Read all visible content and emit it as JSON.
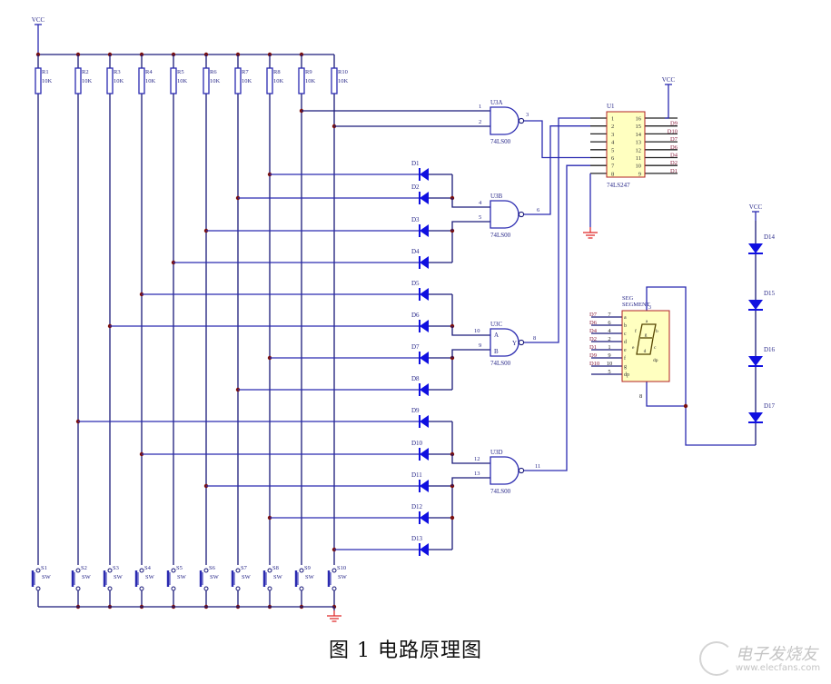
{
  "caption": "图 1  电路原理图",
  "watermark": {
    "name": "电子发烧友",
    "url": "www.elecfans.com"
  },
  "colors": {
    "wire": "#1a1a7a",
    "wire_blue": "#2a2ab0",
    "diode": "#1010e0",
    "junction": "#7a1010",
    "label": "#2a2a8a",
    "ic_fill": "#ffffc0",
    "ic_border": "#b02020",
    "ground": "#e03030",
    "net_label": "#8a1a3a"
  },
  "power": {
    "vcc_label": "VCC"
  },
  "resistors": [
    {
      "ref": "R1",
      "value": "10K"
    },
    {
      "ref": "R2",
      "value": "10K"
    },
    {
      "ref": "R3",
      "value": "10K"
    },
    {
      "ref": "R4",
      "value": "10K"
    },
    {
      "ref": "R5",
      "value": "10K"
    },
    {
      "ref": "R6",
      "value": "10K"
    },
    {
      "ref": "R7",
      "value": "10K"
    },
    {
      "ref": "R8",
      "value": "10K"
    },
    {
      "ref": "R9",
      "value": "10K"
    },
    {
      "ref": "R10",
      "value": "10K"
    }
  ],
  "switches": [
    {
      "ref": "S1",
      "type": "SW"
    },
    {
      "ref": "S2",
      "type": "SW"
    },
    {
      "ref": "S3",
      "type": "SW"
    },
    {
      "ref": "S4",
      "type": "SW"
    },
    {
      "ref": "S5",
      "type": "SW"
    },
    {
      "ref": "S6",
      "type": "SW"
    },
    {
      "ref": "S7",
      "type": "SW"
    },
    {
      "ref": "S8",
      "type": "SW"
    },
    {
      "ref": "S9",
      "type": "SW"
    },
    {
      "ref": "S10",
      "type": "SW"
    }
  ],
  "diodes_left": [
    "D1",
    "D2",
    "D3",
    "D4",
    "D5",
    "D6",
    "D7",
    "D8",
    "D9",
    "D10",
    "D11",
    "D12",
    "D13"
  ],
  "diodes_right": [
    "D14",
    "D15",
    "D16",
    "D17"
  ],
  "gates": [
    {
      "ref": "U3A",
      "part": "74LS00",
      "in1": "1",
      "in2": "2",
      "out": "3",
      "a": "",
      "b": "",
      "y": ""
    },
    {
      "ref": "U3B",
      "part": "74LS00",
      "in1": "4",
      "in2": "5",
      "out": "6",
      "a": "",
      "b": "",
      "y": ""
    },
    {
      "ref": "U3C",
      "part": "74LS00",
      "in1": "10",
      "in2": "9",
      "out": "8",
      "a": "A",
      "b": "B",
      "y": "Y"
    },
    {
      "ref": "U3D",
      "part": "74LS00",
      "in1": "12",
      "in2": "13",
      "out": "11",
      "a": "",
      "b": "",
      "y": ""
    }
  ],
  "encoder": {
    "ref": "U1",
    "part": "74LS247",
    "left_pins": [
      "1",
      "2",
      "3",
      "4",
      "5",
      "6",
      "7",
      "8"
    ],
    "right_pins": [
      "16",
      "15",
      "14",
      "13",
      "12",
      "11",
      "10",
      "9"
    ],
    "right_nets": [
      "",
      "D9",
      "D10",
      "D7",
      "D6",
      "D4",
      "D2",
      "D1"
    ]
  },
  "seven_segment": {
    "ref": "SEG",
    "title": "SEGMENT",
    "top_pin": "3",
    "bottom_pin": "8",
    "pins": [
      {
        "net": "D7",
        "num": "7",
        "seg": "a"
      },
      {
        "net": "D6",
        "num": "6",
        "seg": "b"
      },
      {
        "net": "D4",
        "num": "4",
        "seg": "c"
      },
      {
        "net": "D2",
        "num": "2",
        "seg": "d"
      },
      {
        "net": "D1",
        "num": "1",
        "seg": "e"
      },
      {
        "net": "D9",
        "num": "9",
        "seg": "f"
      },
      {
        "net": "D10",
        "num": "10",
        "seg": "g"
      },
      {
        "net": "",
        "num": "5",
        "seg": "dp"
      }
    ],
    "segment_letters": [
      "a",
      "b",
      "c",
      "d",
      "e",
      "f",
      "g",
      "dp"
    ]
  }
}
